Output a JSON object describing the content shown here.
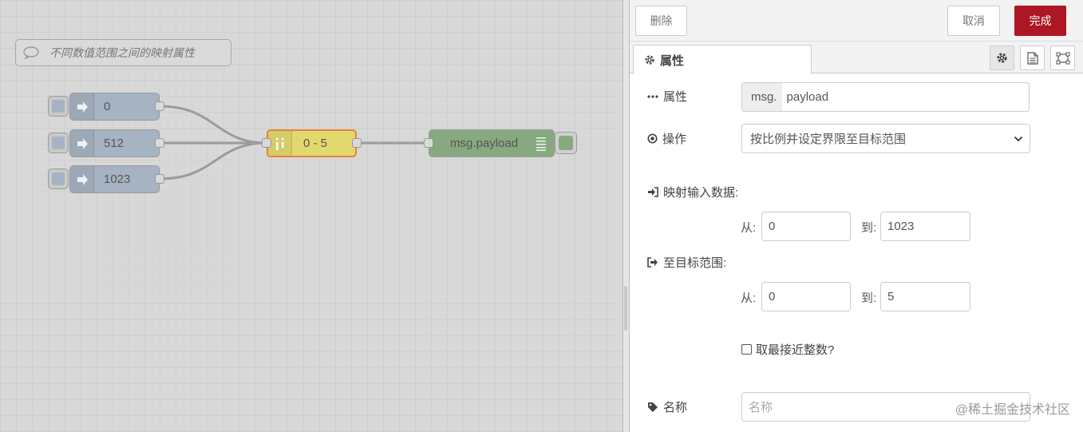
{
  "canvas": {
    "comment": "不同数值范围之间的映射属性",
    "inject_nodes": [
      {
        "label": "0"
      },
      {
        "label": "512"
      },
      {
        "label": "1023"
      }
    ],
    "range_node": {
      "label": "0 - 5"
    },
    "debug_node": {
      "label": "msg.payload"
    }
  },
  "tray": {
    "delete_label": "删除",
    "cancel_label": "取消",
    "done_label": "完成",
    "tab_label": "属性",
    "property": {
      "label": "属性",
      "prefix": "msg.",
      "value": "payload"
    },
    "action": {
      "label": "操作",
      "value": "按比例并设定界限至目标范围"
    },
    "input_section": {
      "label": "映射输入数据:",
      "from_label": "从:",
      "from_value": "0",
      "to_label": "到:",
      "to_value": "1023"
    },
    "target_section": {
      "label": "至目标范围:",
      "from_label": "从:",
      "from_value": "0",
      "to_label": "到:",
      "to_value": "5"
    },
    "round_label": "取最接近整数?",
    "name": {
      "label": "名称",
      "placeholder": "名称"
    }
  },
  "watermark": "@稀土掘金技术社区",
  "colors": {
    "done_button": "#ad1625",
    "inject_node": "#a6b3c2",
    "range_node": "#e2d96e",
    "range_selected_border": "#e8803b",
    "debug_node": "#87a980"
  }
}
